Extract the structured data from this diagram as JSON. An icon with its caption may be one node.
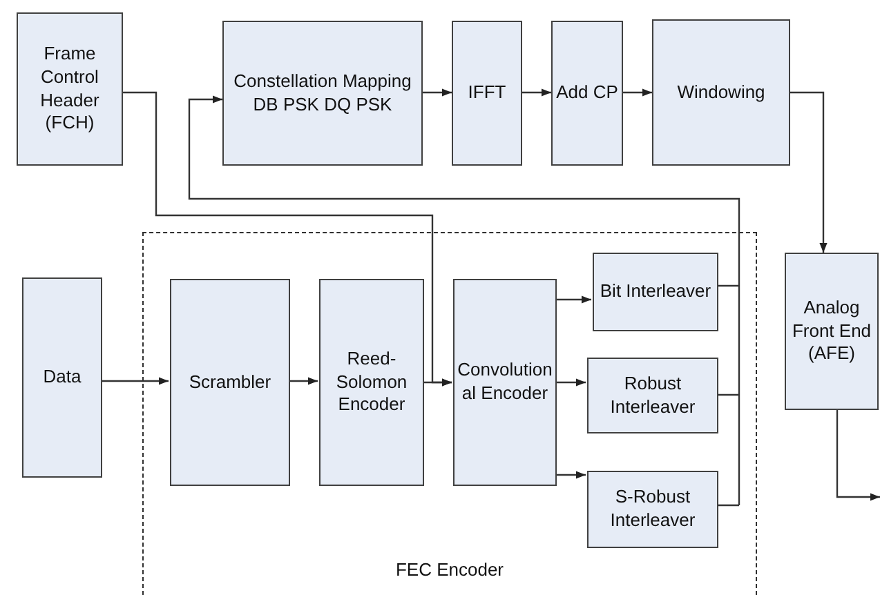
{
  "diagram": {
    "nodes": [
      {
        "text": [
          "Frame Control Header (FCH)"
        ]
      },
      {
        "text": [
          "Constellation Mapping DB PSK DQ PSK"
        ]
      },
      {
        "text": [
          "IFFT"
        ]
      },
      {
        "text": [
          "Add CP"
        ]
      },
      {
        "text": [
          "Windowing"
        ]
      },
      {
        "text": [
          "FEC Encoder"
        ]
      },
      {
        "text": [
          "Data"
        ]
      },
      {
        "text": [
          "Scrambler"
        ],
        "in": 5
      },
      {
        "text": [
          "Reed-Solomon Encoder"
        ],
        "in": 5
      },
      {
        "text": [
          "Convolutional Encoder"
        ],
        "in": 5
      },
      {
        "text": [
          "Bit Interleaver"
        ],
        "in": 5
      },
      {
        "text": [
          "Robust Interleaver"
        ],
        "in": 5
      },
      {
        "text": [
          "S-Robust Interleaver"
        ],
        "in": 5
      },
      {
        "text": [
          "Analog Front End (AFE)"
        ]
      }
    ],
    "edges": [
      {
        "from": 0,
        "to": 9,
        "arrow": "to"
      },
      {
        "from": 6,
        "to": 7,
        "arrow": "to"
      },
      {
        "from": 7,
        "to": 8,
        "arrow": "to"
      },
      {
        "from": 8,
        "to": 9,
        "arrow": "to"
      },
      {
        "from": 9,
        "to": 10,
        "arrow": "to"
      },
      {
        "from": 9,
        "to": 11,
        "arrow": "to"
      },
      {
        "from": 9,
        "to": 12,
        "arrow": "to"
      },
      {
        "from": 10,
        "to": 1,
        "arrow": "to"
      },
      {
        "from": 11,
        "to": 1,
        "arrow": "to"
      },
      {
        "from": 12,
        "to": 1,
        "arrow": "to"
      },
      {
        "from": 1,
        "to": 2,
        "arrow": "to"
      },
      {
        "from": 2,
        "to": 3,
        "arrow": "to"
      },
      {
        "from": 3,
        "to": 4,
        "arrow": "to"
      },
      {
        "from": 4,
        "to": 13,
        "arrow": "to"
      },
      {
        "from": 13,
        "to": null,
        "arrow": "to"
      }
    ]
  }
}
